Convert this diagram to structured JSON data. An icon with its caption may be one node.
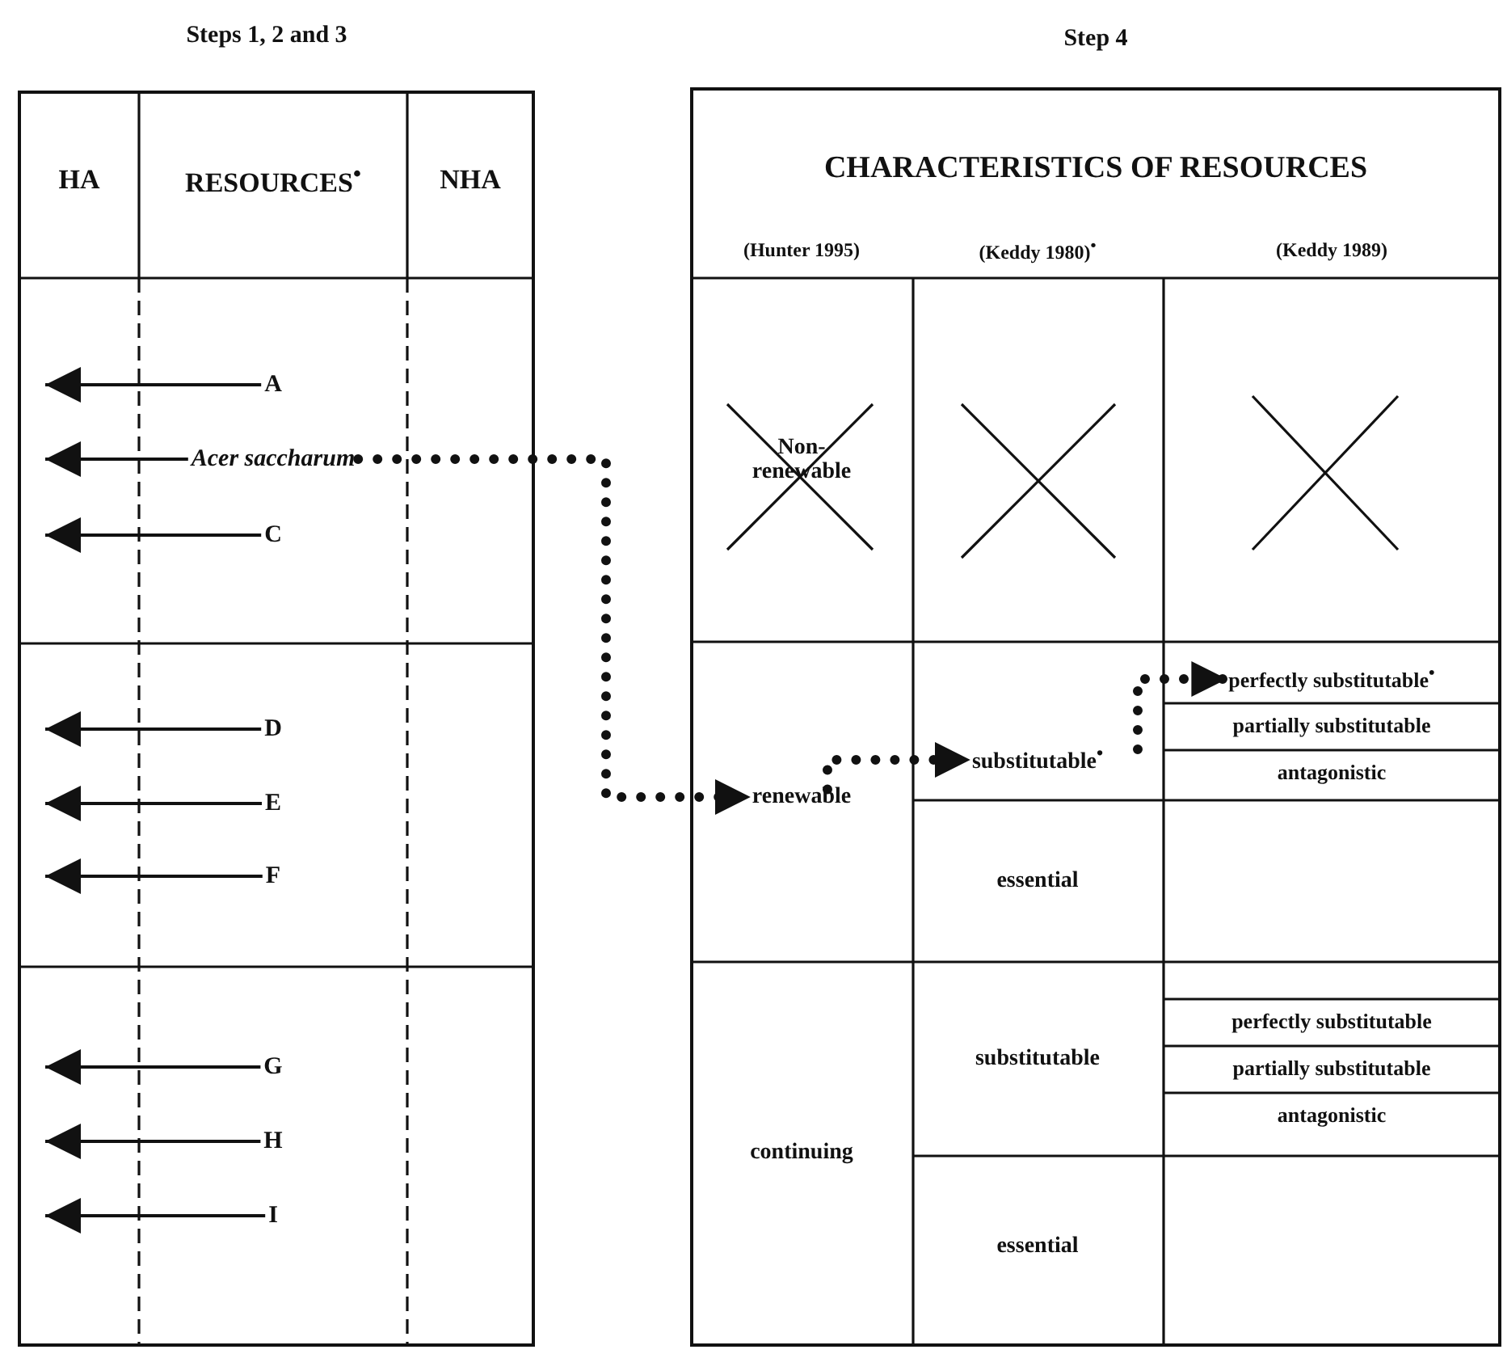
{
  "diagram": {
    "nodes": [
      {
        "text": [
          "HA"
        ]
      },
      {
        "text": [
          "RESOURCES$^{•}$"
        ]
      },
      {
        "text": [
          "NHA"
        ]
      },
      {
        "text": [
          "A"
        ]
      },
      {
        "text": [
          "Acer saccharum"
        ]
      },
      {
        "text": [
          "C"
        ]
      },
      {
        "text": [
          "D"
        ]
      },
      {
        "text": [
          "E"
        ]
      },
      {
        "text": [
          "F"
        ]
      },
      {
        "text": [
          "G"
        ]
      },
      {
        "text": [
          "H"
        ]
      },
      {
        "text": [
          "I"
        ]
      },
      {
        "text": [
          "CHARACTERISTICS OF RESOURCES"
        ]
      },
      {
        "text": [
          "(Hunter 1995)"
        ]
      },
      {
        "text": [
          "(Keddy 1980)$^{•}$"
        ]
      },
      {
        "text": [
          "(Keddy 1989)"
        ]
      },
      {
        "text": [
          "Non-renewable"
        ]
      },
      {
        "text": [
          "renewable"
        ]
      },
      {
        "text": [
          "substitutable$^{•}$"
        ]
      },
      {
        "text": [
          "perfectly substitutable$^{•}$"
        ]
      },
      {
        "text": [
          "partially substitutable"
        ]
      },
      {
        "text": [
          "antagonistic"
        ]
      },
      {
        "text": [
          "essential"
        ]
      },
      {
        "text": [
          "continuing"
        ]
      },
      {
        "text": [
          "substitutable"
        ]
      },
      {
        "text": [
          "perfectly substitutable"
        ]
      },
      {
        "text": [
          "partially substitutable"
        ]
      },
      {
        "text": [
          "antagonistic"
        ]
      },
      {
        "text": [
          "essential"
        ]
      }
    ],
    "edges": [
      {
        "from": 3,
        "to": null,
        "arrow": "to"
      },
      {
        "from": 4,
        "to": null,
        "arrow": "to"
      },
      {
        "from": 5,
        "to": null,
        "arrow": "to"
      },
      {
        "from": 6,
        "to": null,
        "arrow": "to"
      },
      {
        "from": 7,
        "to": null,
        "arrow": "to"
      },
      {
        "from": 8,
        "to": null,
        "arrow": "to"
      },
      {
        "from": 9,
        "to": null,
        "arrow": "to"
      },
      {
        "from": 10,
        "to": null,
        "arrow": "to"
      },
      {
        "from": 11,
        "to": null,
        "arrow": "to"
      },
      {
        "from": 4,
        "to": 17,
        "arrow": "to",
        "style": "dashed"
      },
      {
        "from": 17,
        "to": 18,
        "arrow": "to",
        "style": "dashed"
      },
      {
        "from": 18,
        "to": 19,
        "arrow": "to",
        "style": "dashed"
      }
    ],
    "labels": [
      "Steps 1, 2 and 3",
      "Step 4"
    ]
  }
}
